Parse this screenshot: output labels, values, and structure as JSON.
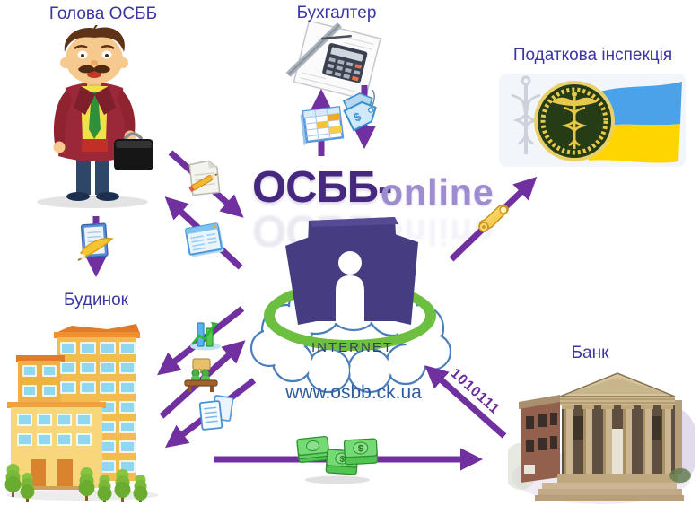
{
  "nodes": {
    "chairman": {
      "label": "Голова ОСББ"
    },
    "accountant": {
      "label": "Бухгалтер"
    },
    "tax_inspection": {
      "label": "Податкова інспекція"
    },
    "building": {
      "label": "Будинок"
    },
    "bank": {
      "label": "Банк"
    },
    "center": {
      "logo_main": "ОСББ-",
      "logo_accent": "online",
      "cloud_label": "INTERNET",
      "url": "www.osbb.ck.ua"
    }
  },
  "arrows": {
    "binary_label": "1010111"
  },
  "icons": {
    "document-pencil-icon": "document with pencil",
    "form-icon": "blue form panel",
    "document-quill-icon": "document with quill",
    "bar-chart-icon": "bar chart with growth arrow",
    "meeting-icon": "people at meeting desk",
    "documents-icon": "paper documents",
    "money-icon": "stacks of dollar banknotes",
    "scroll-icon": "yellow paper scroll",
    "spreadsheet-icon": "spreadsheet table",
    "price-tags-icon": "price tags with dollar sign",
    "caduceus-emblem-icon": "tax service caduceus emblem",
    "ukraine-flag-icon": "ukrainian flag",
    "cloud-icon": "internet cloud",
    "osbb-building-icon": "osbb building logo"
  },
  "colors": {
    "arrow_purple": "#7030a0",
    "label_text": "#3b35a3",
    "logo_primary": "#46287f",
    "logo_accent": "#9d8cd0",
    "url_text": "#2d5d9f",
    "internet_text": "#3e3e55",
    "ring_green": "#6cbf3f",
    "center_building_purple": "#453c82",
    "flag_blue": "#4aa3e8",
    "flag_yellow": "#ffd500"
  }
}
